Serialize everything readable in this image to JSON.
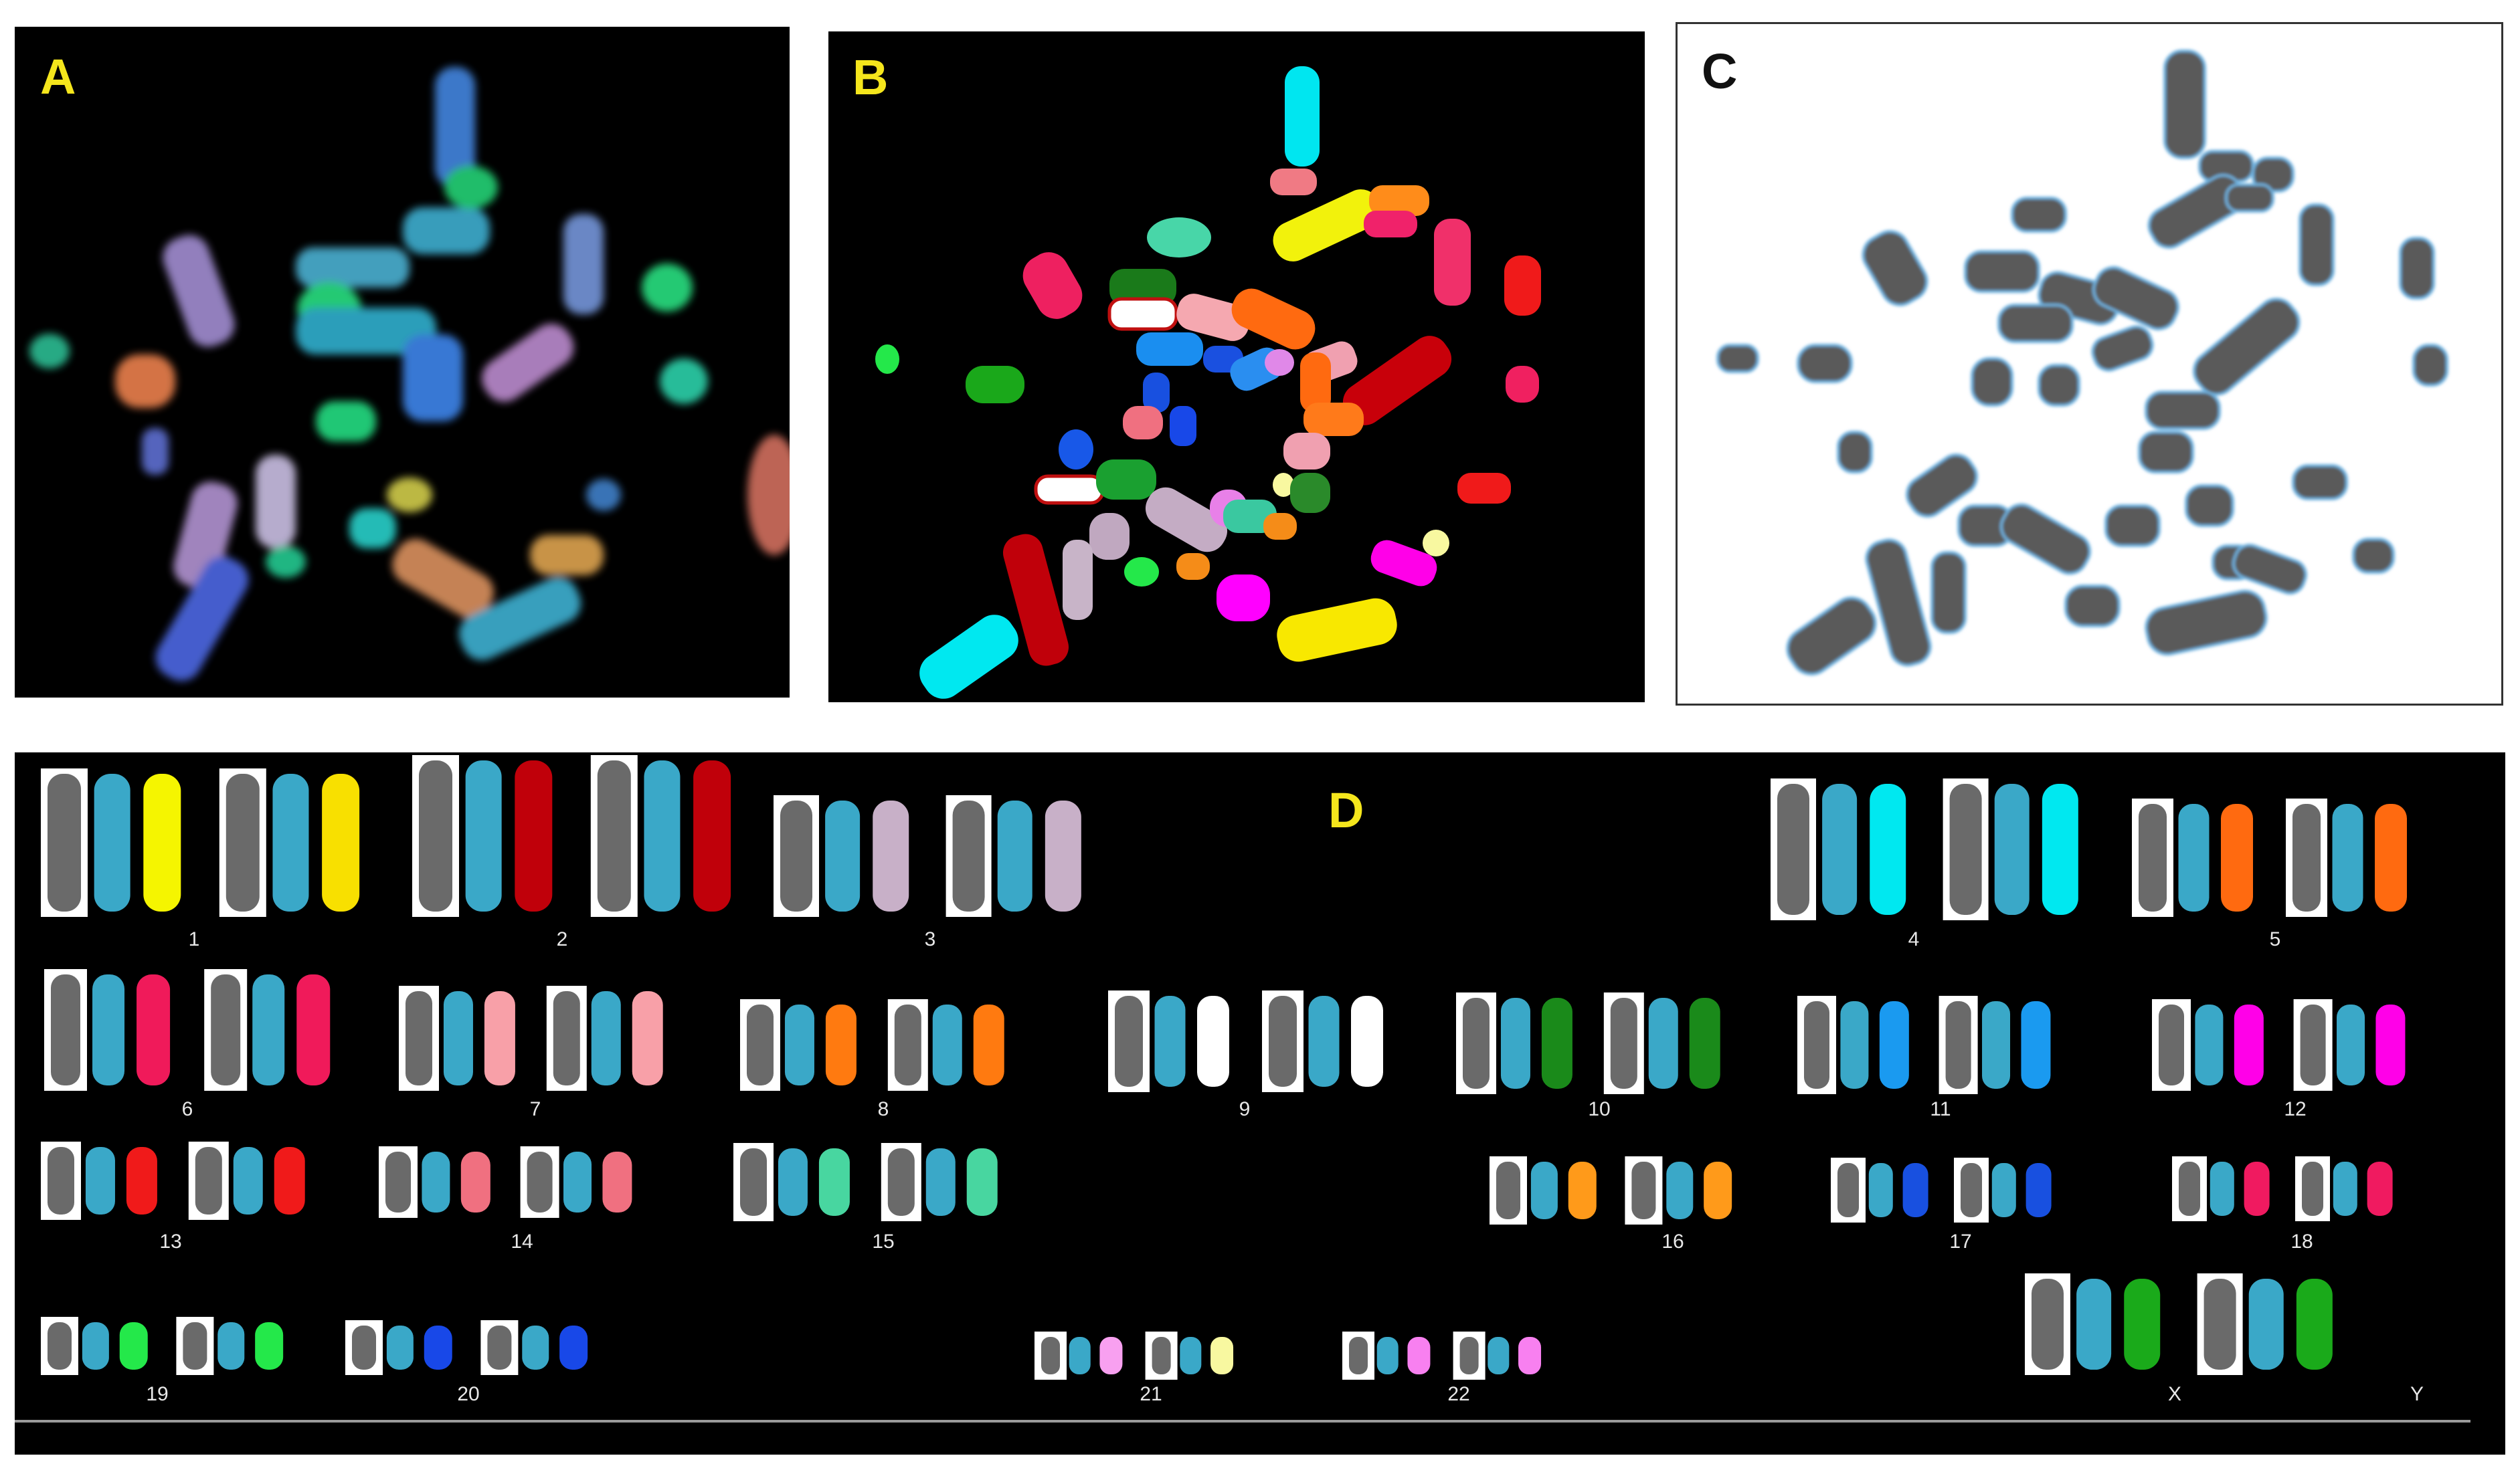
{
  "panels": {
    "A": {
      "label": "A"
    },
    "B": {
      "label": "B"
    },
    "C": {
      "label": "C"
    },
    "D": {
      "label": "D",
      "chromosome_labels": [
        "1",
        "2",
        "3",
        "4",
        "5",
        "6",
        "7",
        "8",
        "9",
        "10",
        "11",
        "12",
        "13",
        "14",
        "15",
        "16",
        "17",
        "18",
        "19",
        "20",
        "21",
        "22",
        "X",
        "Y"
      ]
    }
  },
  "colors": {
    "yellow_label": "#f5e61c",
    "background_dark": "#000000",
    "outline_blue": "#6fb2e0"
  }
}
